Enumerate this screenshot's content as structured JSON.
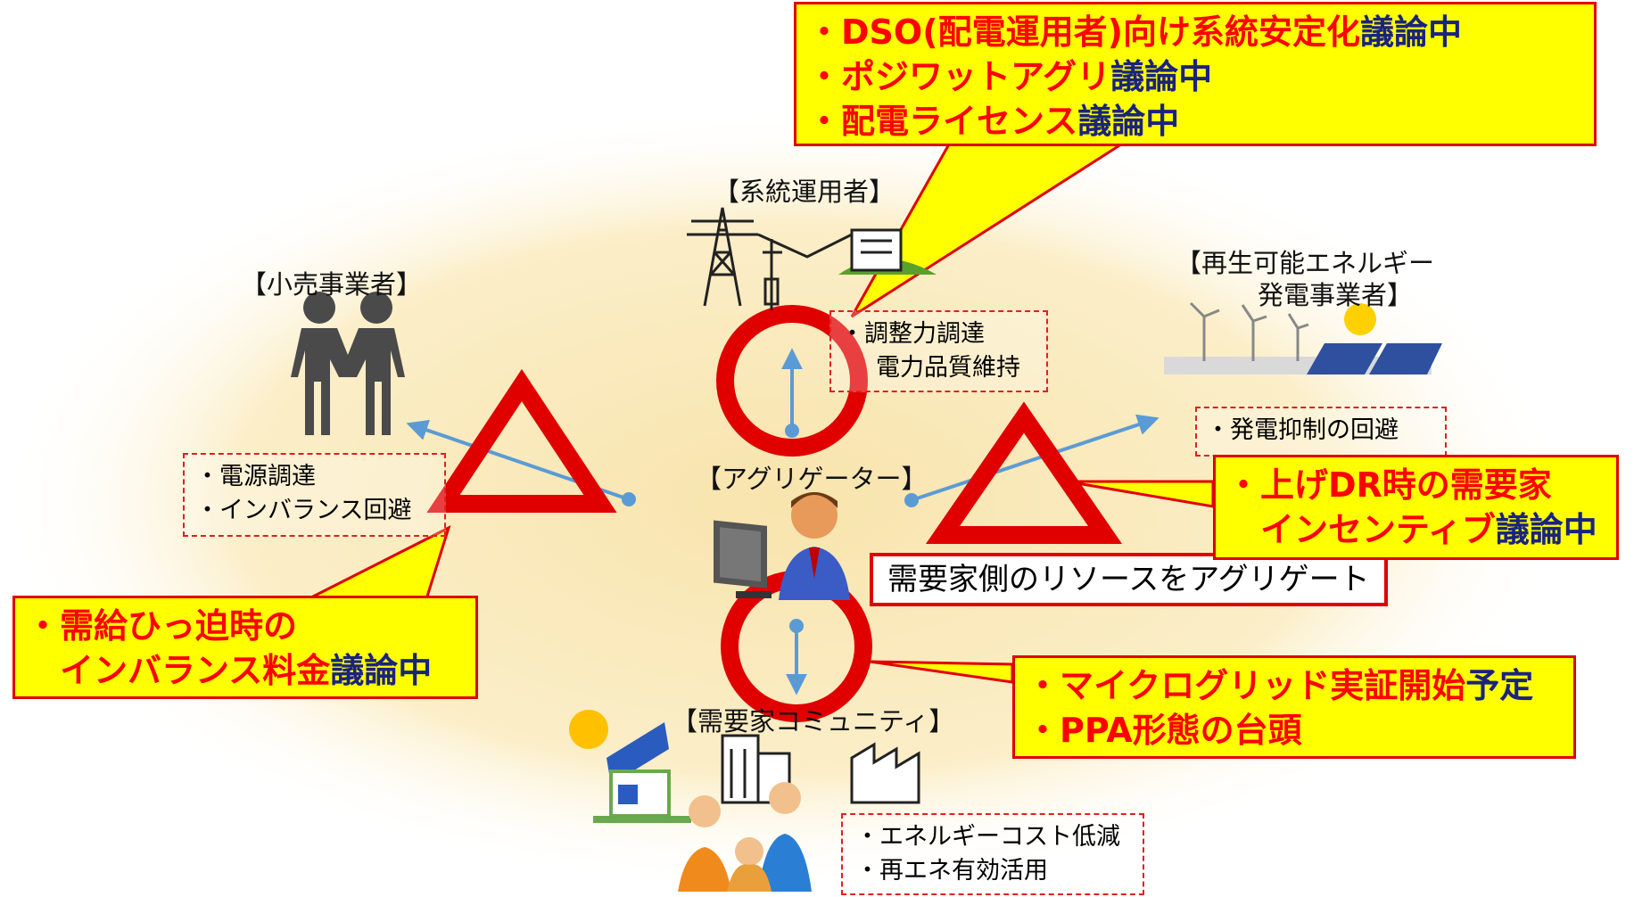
{
  "nodes": {
    "retailer_label": "【小売事業者】",
    "grid_label": "【系統運用者】",
    "renewable_label_1": "【再生可能エネルギー",
    "renewable_label_2": "発電事業者】",
    "aggregator_label": "【アグリゲーター】",
    "community_label": "【需要家コミュニティ】"
  },
  "benefits": {
    "retailer": [
      "・電源調達",
      "・インバランス回避"
    ],
    "grid": [
      "・調整力調達",
      "電力品質維持"
    ],
    "renewable": [
      "・発電抑制の回避"
    ],
    "community": [
      "・エネルギーコスト低減",
      "・再エネ有効活用"
    ]
  },
  "aggregator_box": "需要家側のリソースをアグリゲート",
  "callouts": {
    "top": [
      {
        "red": "・DSO(配電運用者)向け系統安定化",
        "blue": "議論中"
      },
      {
        "red": "・ポジワットアグリ",
        "blue": "議論中"
      },
      {
        "red": "・配電ライセンス",
        "blue": "議論中"
      }
    ],
    "left": [
      {
        "red": "・需給ひっ迫時の",
        "blue": ""
      },
      {
        "red": "　インバランス料金",
        "blue": "議論中"
      }
    ],
    "right": [
      {
        "red": "・上げDR時の需要家",
        "blue": ""
      },
      {
        "red": "　インセンティブ",
        "blue": "議論中"
      }
    ],
    "bottom": [
      {
        "red": "・マイクログリッド実証開始",
        "blue": "予定"
      },
      {
        "red": "・PPA形態の台頭",
        "blue": ""
      }
    ]
  },
  "colors": {
    "callout_fill": "#ffff00",
    "callout_border": "#e00000",
    "highlight_red": "#ff0000",
    "highlight_blue": "#1a237e",
    "symbol_red": "#e00000",
    "arrow_blue": "#5b9bd5",
    "background_glow": "#fbe9b8"
  },
  "icons": {
    "retailer": "handshake-icon",
    "grid": "transmission-tower-icon",
    "renewable": "wind-solar-farm-icon",
    "aggregator": "operator-computer-icon",
    "community": "house-building-factory-people-icon",
    "grid_link": "circle-symbol",
    "community_link": "circle-symbol",
    "retailer_link": "triangle-symbol",
    "renewable_link": "triangle-symbol"
  }
}
